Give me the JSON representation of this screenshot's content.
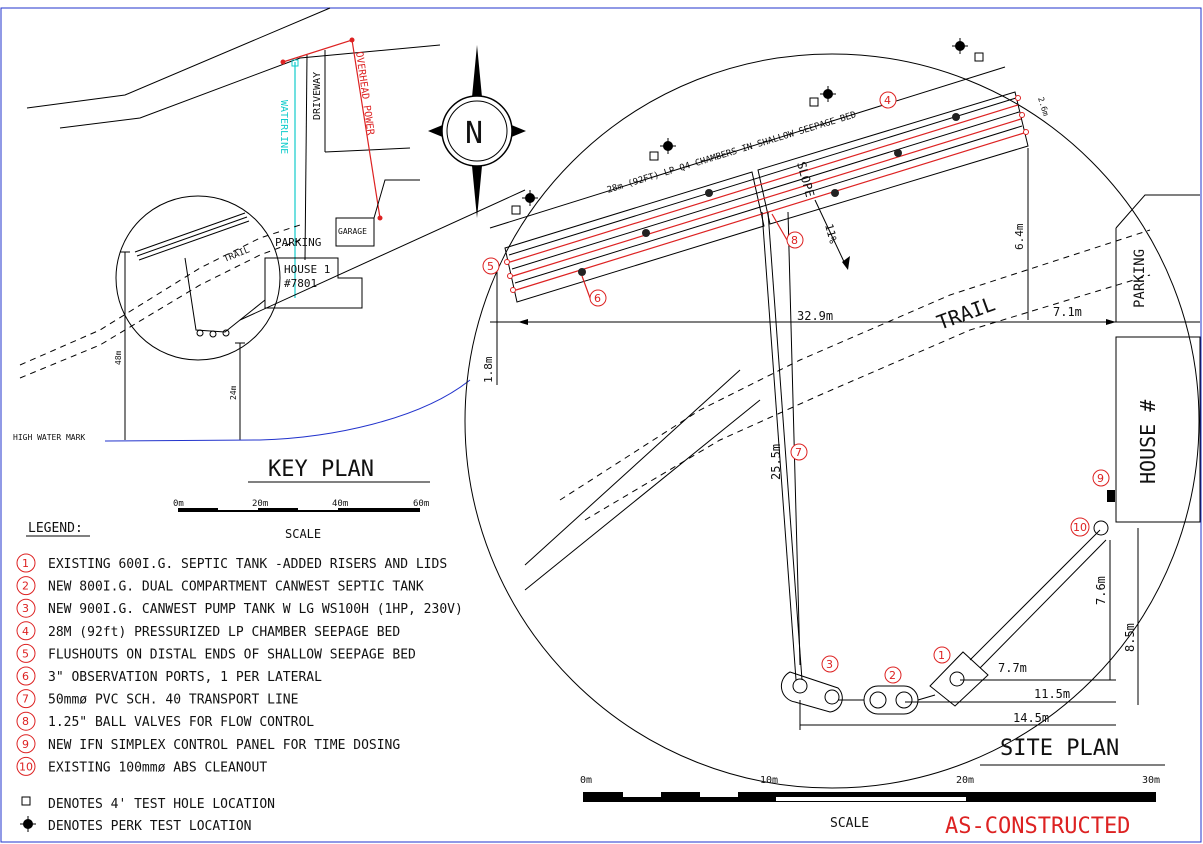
{
  "key_plan": {
    "title": "KEY PLAN",
    "driveway": "DRIVEWAY",
    "overhead_power": "OVERHEAD POWER",
    "waterline": "WATERLINE",
    "parking": "PARKING",
    "garage": "GARAGE",
    "house_line1": "HOUSE 1",
    "house_line2": "#7801",
    "trail": "TRAIL",
    "dim_48": "48m",
    "dim_24": "24m",
    "high_water_mark": "HIGH WATER MARK",
    "scale_ticks": [
      "0m",
      "20m",
      "40m",
      "60m"
    ],
    "scale_label": "SCALE"
  },
  "site_plan": {
    "title": "SITE PLAN",
    "bed_label": "28m (92FT) LP Q4 CHAMBERS IN SHALLOW SEEPAGE BED",
    "slope": "SLOPE",
    "slope_pct": "11%",
    "bed_width": "2.6m",
    "dim_64": "6.4m",
    "dim_329": "32.9m",
    "dim_71": "7.1m",
    "dim_18": "1.8m",
    "dim_255": "25.5m",
    "dim_76": "7.6m",
    "dim_85": "8.5m",
    "dim_77": "7.7m",
    "dim_115": "11.5m",
    "dim_145": "14.5m",
    "trail": "TRAIL",
    "parking": "PARKING",
    "house": "HOUSE #",
    "scale_ticks": [
      "0m",
      "10m",
      "20m",
      "30m"
    ],
    "scale_label": "SCALE",
    "as_constructed": "AS-CONSTRUCTED"
  },
  "legend": {
    "title": "LEGEND:",
    "items": [
      {
        "num": "1",
        "text": "EXISTING 600I.G. SEPTIC TANK -ADDED RISERS AND LIDS"
      },
      {
        "num": "2",
        "text": "NEW 800I.G. DUAL COMPARTMENT CANWEST SEPTIC TANK"
      },
      {
        "num": "3",
        "text": "NEW 900I.G. CANWEST PUMP TANK W LG WS100H (1HP, 230V)"
      },
      {
        "num": "4",
        "text": "28M (92ft) PRESSURIZED LP CHAMBER SEEPAGE BED"
      },
      {
        "num": "5",
        "text": "FLUSHOUTS ON DISTAL ENDS OF SHALLOW SEEPAGE BED"
      },
      {
        "num": "6",
        "text": "3\" OBSERVATION PORTS, 1 PER LATERAL"
      },
      {
        "num": "7",
        "text": "50mmø PVC SCH. 40 TRANSPORT LINE"
      },
      {
        "num": "8",
        "text": "1.25\" BALL VALVES FOR FLOW CONTROL"
      },
      {
        "num": "9",
        "text": "NEW IFN SIMPLEX CONTROL PANEL FOR TIME DOSING"
      },
      {
        "num": "10",
        "text": "EXISTING 100mmø ABS CLEANOUT"
      }
    ],
    "test_hole": "DENOTES 4' TEST HOLE LOCATION",
    "perk_test": "DENOTES PERK TEST LOCATION"
  },
  "compass": {
    "north": "N"
  },
  "colors": {
    "power": "#dd2222",
    "water": "#11cccc",
    "high_water": "#2233cc",
    "callout": "#dd2222",
    "frame": "#2233cc"
  }
}
